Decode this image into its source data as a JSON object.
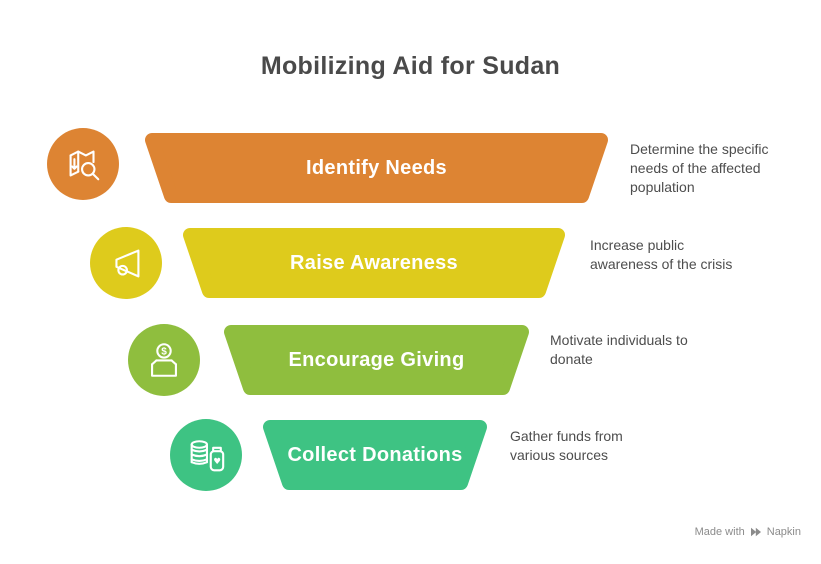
{
  "title": "Mobilizing Aid for Sudan",
  "stages": [
    {
      "label": "Identify Needs",
      "description": "Determine the specific needs of the affected population",
      "color": "#DD8433",
      "icon": "map-search-icon"
    },
    {
      "label": "Raise Awareness",
      "description": "Increase public awareness of the crisis",
      "color": "#DECB1C",
      "icon": "megaphone-icon"
    },
    {
      "label": "Encourage Giving",
      "description": "Motivate individuals to donate",
      "color": "#8FBE3E",
      "icon": "donation-box-icon"
    },
    {
      "label": "Collect Donations",
      "description": "Gather funds from various sources",
      "color": "#3EC383",
      "icon": "coins-jar-icon"
    }
  ],
  "watermark": {
    "made_with": "Made with",
    "brand": "Napkin"
  },
  "colors": {
    "title": "#4A4A4A",
    "description": "#4D4D4D",
    "stage_label": "#FFFFFF",
    "watermark": "#8B8B8B",
    "background": "#FFFFFF"
  }
}
